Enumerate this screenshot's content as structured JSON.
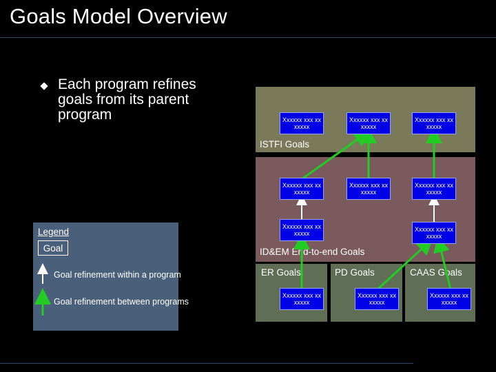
{
  "title": "Goals Model Overview",
  "bullet": "Each program refines goals from its parent program",
  "panels": {
    "istfi": "ISTFI Goals",
    "idem": "ID&EM End-to-end Goals",
    "er": "ER Goals",
    "pd": "PD Goals",
    "caas": "CAAS Goals"
  },
  "goal_placeholder": "Xxxxxx xxx xx xxxxx",
  "legend": {
    "title": "Legend",
    "goal": "Goal",
    "within": "Goal refinement within a program",
    "between": "Goal refinement between programs"
  },
  "colors": {
    "within_arrow": "#ffffff",
    "between_arrow": "#22cc22",
    "goal_box": "#0000e6"
  }
}
